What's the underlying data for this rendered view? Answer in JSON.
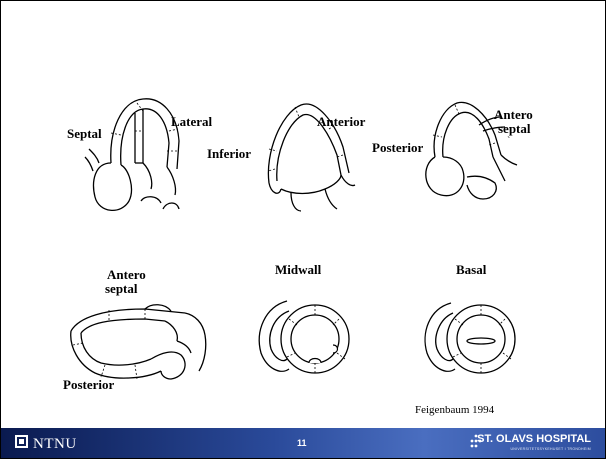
{
  "views": {
    "four_chamber": {
      "labels": {
        "left": "Septal",
        "right": "Lateral"
      }
    },
    "two_chamber": {
      "labels": {
        "left": "Inferior",
        "right": "Anterior"
      }
    },
    "apical_long_axis": {
      "labels": {
        "left": "Posterior",
        "right_line1": "Antero",
        "right_line2": "septal",
        "right_line3": "`"
      }
    },
    "parasternal_long_axis": {
      "labels": {
        "top_line1": "Antero",
        "top_line2": "septal",
        "bottom": "Posterior"
      }
    },
    "midwall": {
      "title": "Midwall"
    },
    "basal": {
      "title": "Basal"
    }
  },
  "reference": "Feigenbaum 1994",
  "footer": {
    "left_brand": "NTNU",
    "page_number": "11",
    "right_brand": "ST. OLAVS HOSPITAL",
    "right_sub": "UNIVERSITETSSYKEHUSET I TRONDHEIM"
  }
}
